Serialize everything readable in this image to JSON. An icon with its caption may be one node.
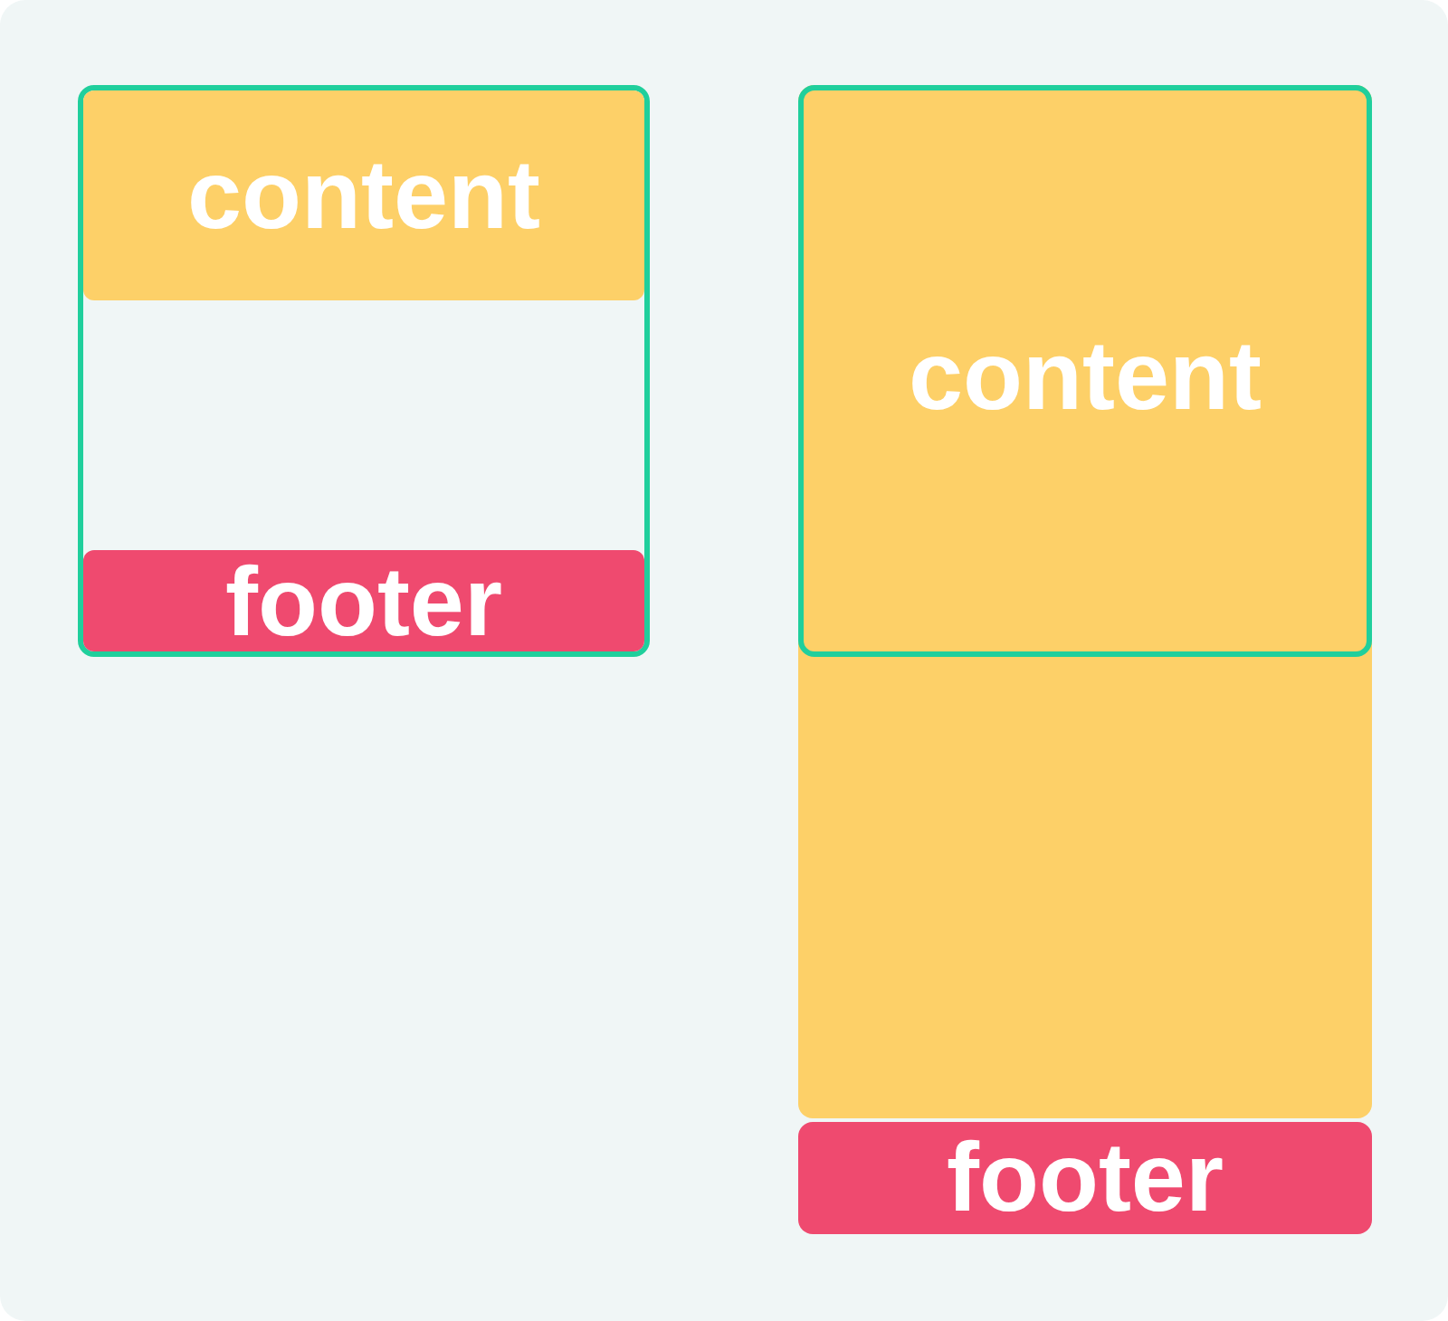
{
  "diagram": {
    "nodes": [
      {
        "text": [],
        "shape": "box"
      },
      {
        "text": [
          "content"
        ],
        "in": 0
      },
      {
        "text": [
          "footer"
        ],
        "in": 0
      },
      {
        "text": [
          "content"
        ]
      },
      {
        "text": [
          "footer"
        ]
      }
    ]
  }
}
